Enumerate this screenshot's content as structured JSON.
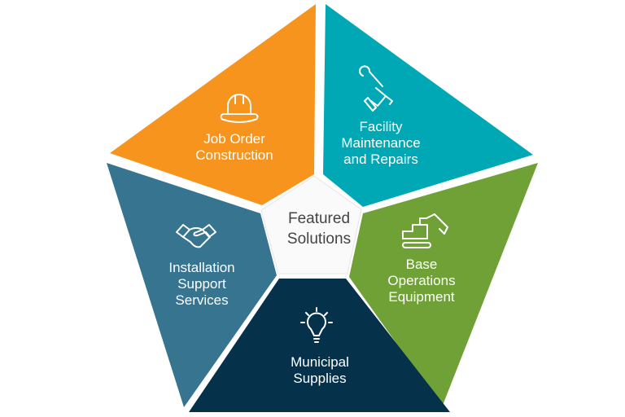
{
  "center": {
    "line1": "Featured",
    "line2": "Solutions"
  },
  "segments": [
    {
      "lines": [
        "Job Order",
        "Construction"
      ],
      "icon": "hard-hat-icon",
      "color": "#f7941d"
    },
    {
      "lines": [
        "Facility",
        "Maintenance",
        "and Repairs"
      ],
      "icon": "hand-wrench-icon",
      "color": "#00a8b5"
    },
    {
      "lines": [
        "Base",
        "Operations",
        "Equipment"
      ],
      "icon": "excavator-icon",
      "color": "#70a136"
    },
    {
      "lines": [
        "Municipal",
        "Supplies"
      ],
      "icon": "lightbulb-icon",
      "color": "#05314a"
    },
    {
      "lines": [
        "Installation",
        "Support",
        "Services"
      ],
      "icon": "handshake-icon",
      "color": "#36748f"
    }
  ]
}
